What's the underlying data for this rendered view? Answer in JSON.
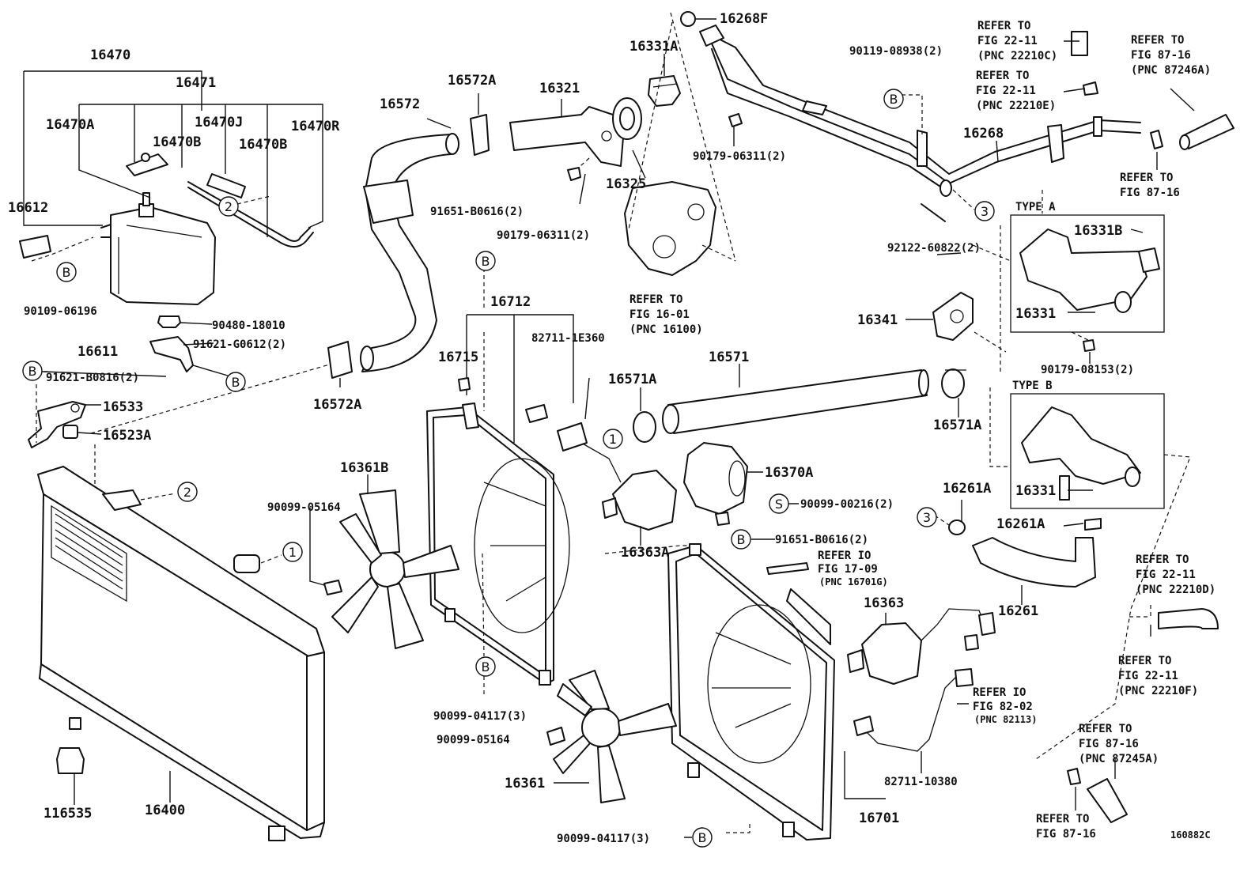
{
  "diagram_id": "160882C",
  "labels": {
    "p16470": "16470",
    "p16471": "16471",
    "p16470A": "16470A",
    "p16470J": "16470J",
    "p16470R": "16470R",
    "p16470B_a": "16470B",
    "p16470B_b": "16470B",
    "p16612": "16612",
    "p90109": "90109-06196",
    "p90480": "90480-18010",
    "p16611": "16611",
    "p91621G": "91621-G0612(2)",
    "p91621B": "91621-B0816(2)",
    "p16533": "16533",
    "p16523A": "16523A",
    "p16572": "16572",
    "p16572A_top": "16572A",
    "p16572A_bot": "16572A",
    "p16321": "16321",
    "p16331A": "16331A",
    "p16268F": "16268F",
    "p16325": "16325",
    "p90179a": "90179-06311(2)",
    "p90179b": "90179-06311(2)",
    "p91651a": "91651-B0616(2)",
    "p91651b": "91651-B0616(2)",
    "p16712": "16712",
    "p16715": "16715",
    "p82711a": "82711-1E360",
    "p16571": "16571",
    "p16571A_a": "16571A",
    "p16571A_b": "16571A",
    "p16370A": "16370A",
    "p16361B": "16361B",
    "p90099_05164a": "90099-05164",
    "p90099_05164b": "90099-05164",
    "p90099_00216": "90099-00216(2)",
    "p16363A": "16363A",
    "p16363": "16363",
    "p16361": "16361",
    "p90099_04117a": "90099-04117(3)",
    "p90099_04117b": "90099-04117(3)",
    "p82711b": "82711-10380",
    "p16701": "16701",
    "p16535": "116535",
    "p16400": "16400",
    "p90119": "90119-08938(2)",
    "p16268": "16268",
    "p92122": "92122-60822(2)",
    "p16341": "16341",
    "p16331B": "16331B",
    "p16331_a": "16331",
    "p16331_b": "16331",
    "p90179_08153": "90179-08153(2)",
    "p16261A_a": "16261A",
    "p16261A_b": "16261A",
    "p16261": "16261",
    "typeA": "TYPE A",
    "typeB": "TYPE B"
  },
  "refer": {
    "r1": [
      "REFER TO",
      "FIG 22-11",
      "(PNC 22210C)"
    ],
    "r2": [
      "REFER TO",
      "FIG 22-11",
      "(PNC 22210E)"
    ],
    "r3": [
      "REFER TO",
      "FIG 87-16",
      "(PNC 87246A)"
    ],
    "r4": [
      "REFER TO",
      "FIG 87-16"
    ],
    "r5": [
      "REFER TO",
      "FIG 16-01",
      "(PNC 16100)"
    ],
    "r6": [
      "REFER IO",
      "FIG 17-09",
      "(PNC 16701G)"
    ],
    "r7": [
      "REFER TO",
      "FIG 22-11",
      "(PNC 22210D)"
    ],
    "r8": [
      "REFER TO",
      "FIG 22-11",
      "(PNC 22210F)"
    ],
    "r9": [
      "REFER IO",
      "FIG 82-02",
      "(PNC 82113)"
    ],
    "r10": [
      "REFER TO",
      "FIG 87-16",
      "(PNC 87245A)"
    ],
    "r11": [
      "REFER TO",
      "FIG 87-16"
    ]
  },
  "markers": {
    "B": "B",
    "S": "S",
    "one": "1",
    "two": "2",
    "three": "3"
  }
}
